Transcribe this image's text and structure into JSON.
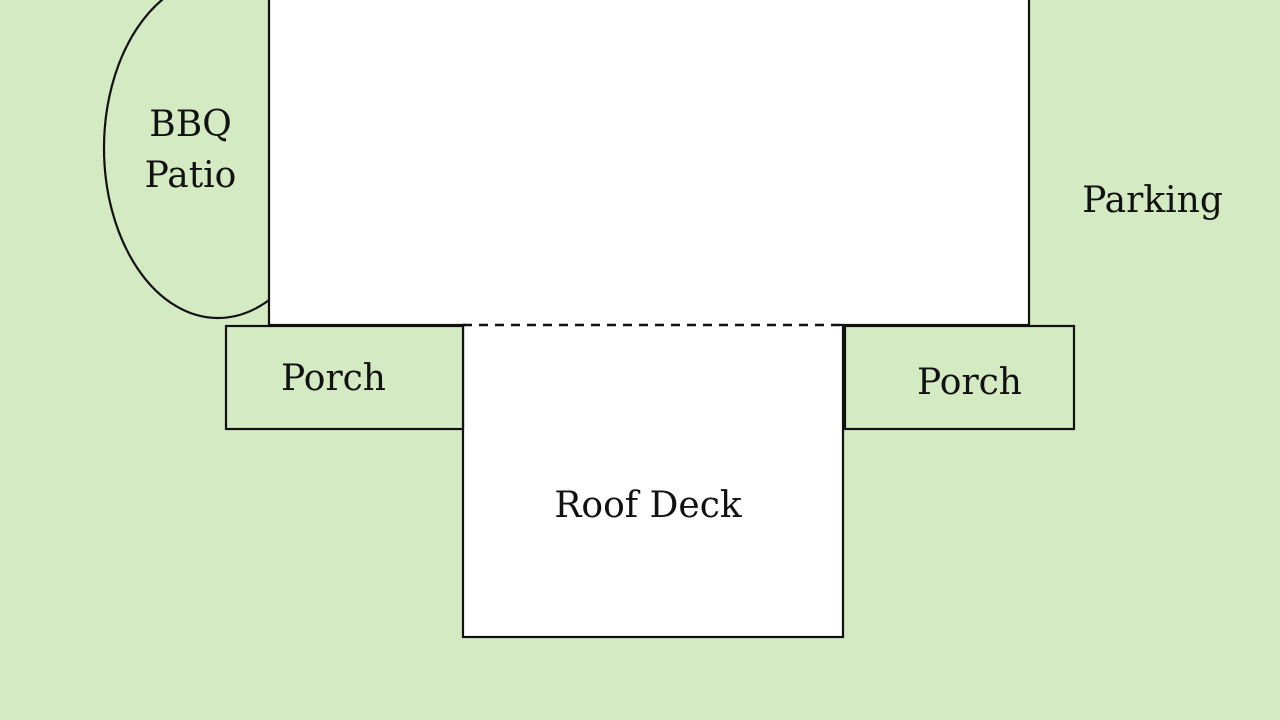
{
  "colors": {
    "ground": "#d4eac3",
    "building": "#ffffff",
    "outline": "#111111"
  },
  "labels": {
    "bbq_line1": "BBQ",
    "bbq_line2": "Patio",
    "parking": "Parking",
    "porch_left": "Porch",
    "porch_right": "Porch",
    "roof_deck": "Roof Deck"
  }
}
